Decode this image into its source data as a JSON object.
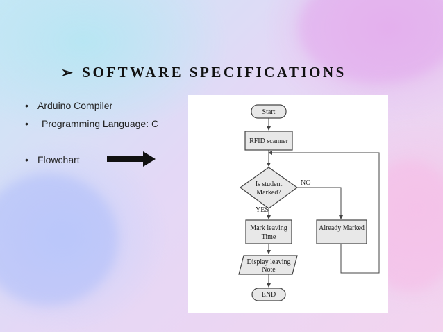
{
  "slide": {
    "title": "SOFTWARE SPECIFICATIONS",
    "title_marker": "➢",
    "bullets": [
      {
        "marker": "•",
        "text": "Arduino Compiler"
      },
      {
        "marker": "•",
        "text": "Programming Language: C"
      },
      {
        "marker": "•",
        "text": "Flowchart"
      }
    ]
  },
  "flowchart": {
    "start": "Start",
    "scanner": "RFID scanner",
    "decision_line1": "Is student",
    "decision_line2": "Marked?",
    "no_label": "NO",
    "yes_label": "YES",
    "mark_line1": "Mark leaving",
    "mark_line2": "Time",
    "already": "Already Marked",
    "display_line1": "Display leaving",
    "display_line2": "Note",
    "end": "END"
  },
  "icons": {
    "title_marker": "arrowhead-bullet-icon",
    "pointer": "right-arrow-icon"
  },
  "colors": {
    "text": "#222222",
    "title": "#111111",
    "flow_stroke": "#444444",
    "flow_fill": "#e6e6e6"
  }
}
